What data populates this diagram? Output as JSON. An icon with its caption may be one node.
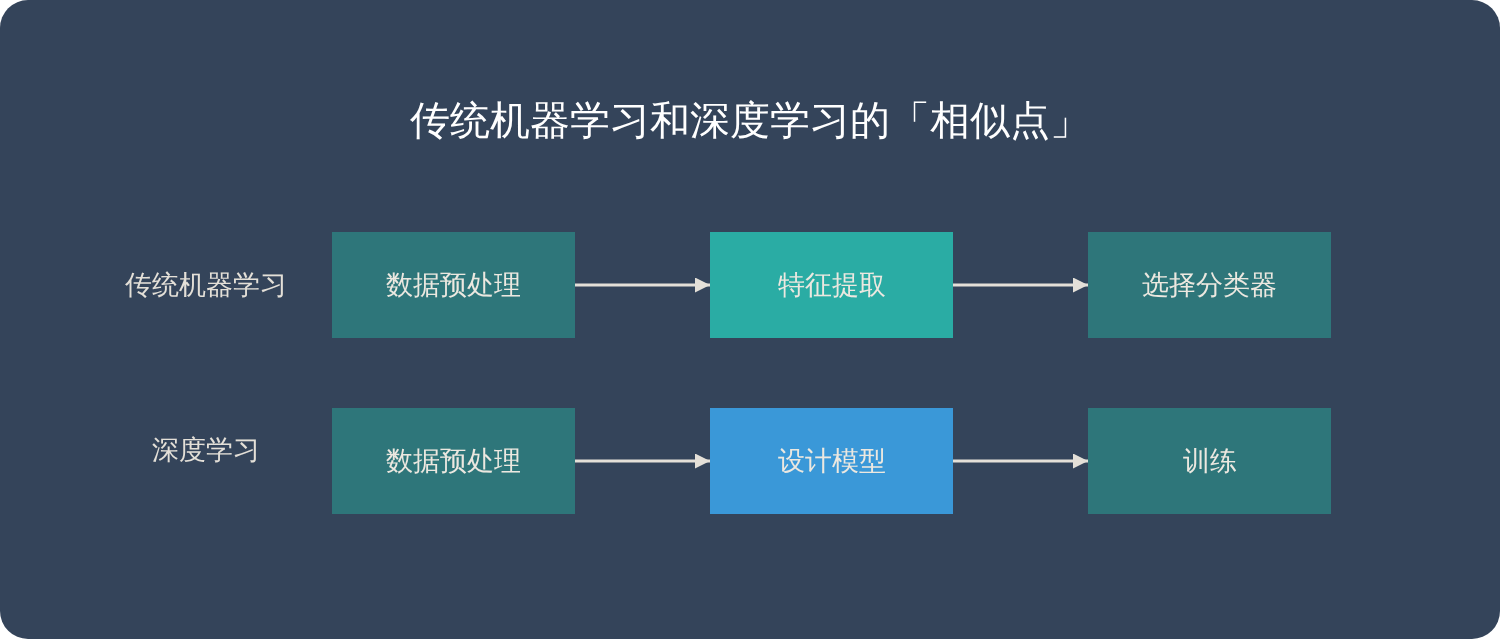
{
  "diagram": {
    "title": "传统机器学习和深度学习的「相似点」",
    "nodes": [
      {
        "text": [
          "数据预处理"
        ]
      },
      {
        "text": [
          "特征提取"
        ]
      },
      {
        "text": [
          "选择分类器"
        ]
      },
      {
        "text": [
          "数据预处理"
        ]
      },
      {
        "text": [
          "设计模型"
        ]
      },
      {
        "text": [
          "训练"
        ]
      }
    ],
    "edges": [
      {
        "from": 0,
        "to": 1,
        "arrow": "to"
      },
      {
        "from": 1,
        "to": 2,
        "arrow": "to"
      },
      {
        "from": 3,
        "to": 4,
        "arrow": "to"
      },
      {
        "from": 4,
        "to": 5,
        "arrow": "to"
      }
    ],
    "labels": [
      "传统机器学习",
      "深度学习"
    ]
  }
}
